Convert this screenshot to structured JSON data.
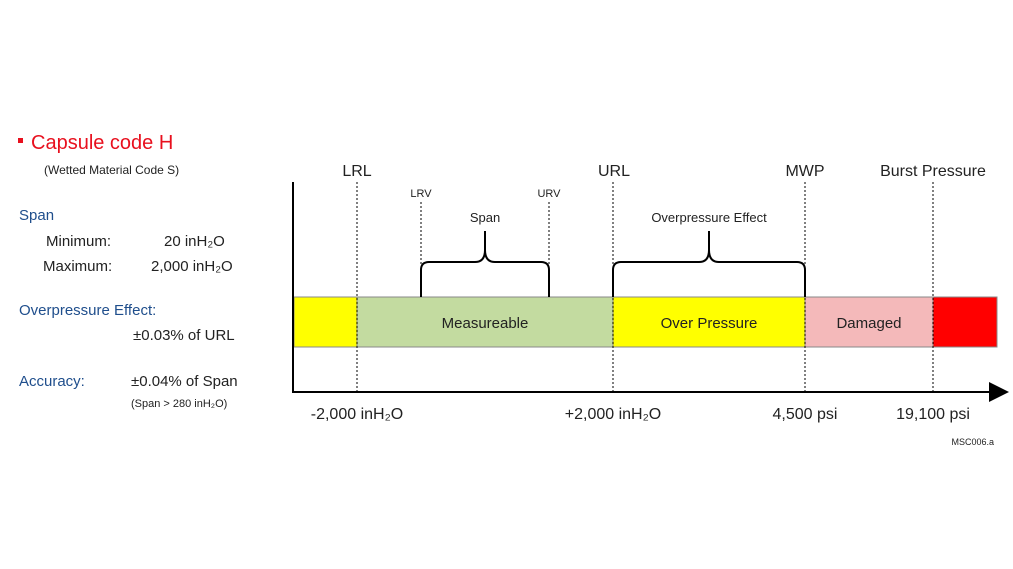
{
  "title": "Capsule code H",
  "subtitle": "(Wetted Material Code S)",
  "specs": {
    "span_label": "Span",
    "minimum_label": "Minimum:",
    "minimum_value": "20 inH₂O",
    "maximum_label": "Maximum:",
    "maximum_value": "2,000 inH₂O",
    "overpressure_label": "Overpressure Effect:",
    "overpressure_value": "±0.03% of URL",
    "accuracy_label": "Accuracy:",
    "accuracy_value": "±0.04% of Span",
    "accuracy_note": "(Span > 280 inH₂O)"
  },
  "diagram": {
    "top_labels": {
      "lrl": "LRL",
      "url": "URL",
      "mwp": "MWP",
      "burst": "Burst Pressure"
    },
    "sub_labels": {
      "lrv": "LRV",
      "urv": "URV"
    },
    "brace_labels": {
      "span": "Span",
      "overpressure_effect": "Overpressure Effect"
    },
    "zones": [
      {
        "label": "",
        "color": "#ffff00"
      },
      {
        "label": "Measureable",
        "color": "#c3dba0"
      },
      {
        "label": "Over Pressure",
        "color": "#ffff00"
      },
      {
        "label": "Damaged",
        "color": "#f4b9ba"
      },
      {
        "label": "",
        "color": "#ff0000"
      }
    ],
    "axis_labels": {
      "lrl": "-2,000 inH₂O",
      "url": "+2,000 inH₂O",
      "mwp": "4,500 psi",
      "burst": "19,100 psi"
    },
    "figure_code": "MSC006.a"
  }
}
